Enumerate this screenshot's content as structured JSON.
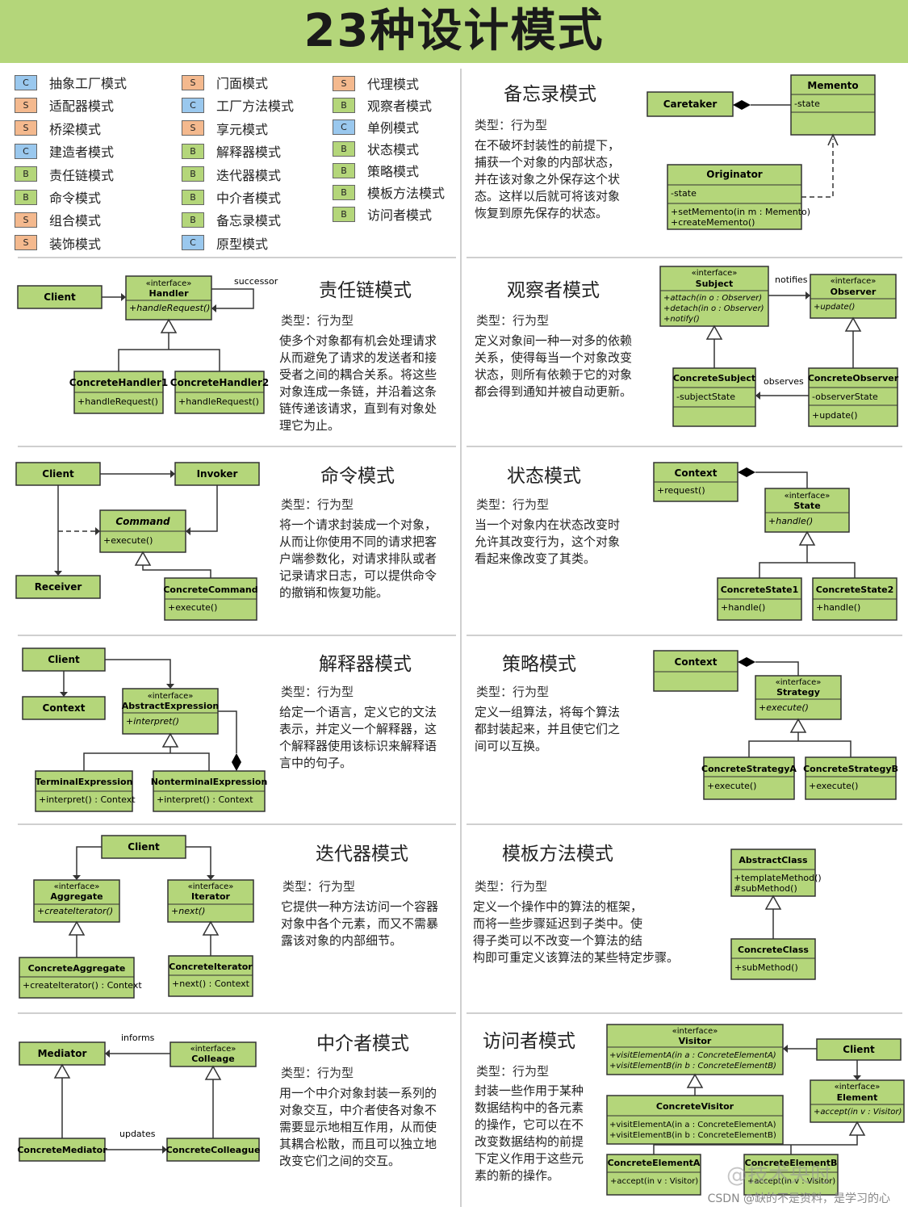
{
  "title": "23种设计模式",
  "legend": [
    {
      "badge": "C",
      "name": "抽象工厂模式"
    },
    {
      "badge": "S",
      "name": "适配器模式"
    },
    {
      "badge": "S",
      "name": "桥梁模式"
    },
    {
      "badge": "C",
      "name": "建造者模式"
    },
    {
      "badge": "B",
      "name": "责任链模式"
    },
    {
      "badge": "B",
      "name": "命令模式"
    },
    {
      "badge": "S",
      "name": "组合模式"
    },
    {
      "badge": "S",
      "name": "装饰模式"
    },
    {
      "badge": "S",
      "name": "门面模式"
    },
    {
      "badge": "C",
      "name": "工厂方法模式"
    },
    {
      "badge": "S",
      "name": "享元模式"
    },
    {
      "badge": "B",
      "name": "解释器模式"
    },
    {
      "badge": "B",
      "name": "迭代器模式"
    },
    {
      "badge": "B",
      "name": "中介者模式"
    },
    {
      "badge": "B",
      "name": "备忘录模式"
    },
    {
      "badge": "C",
      "name": "原型模式"
    },
    {
      "badge": "S",
      "name": "代理模式"
    },
    {
      "badge": "B",
      "name": "观察者模式"
    },
    {
      "badge": "C",
      "name": "单例模式"
    },
    {
      "badge": "B",
      "name": "状态模式"
    },
    {
      "badge": "B",
      "name": "策略模式"
    },
    {
      "badge": "B",
      "name": "模板方法模式"
    },
    {
      "badge": "B",
      "name": "访问者模式"
    }
  ],
  "colors": {
    "creational": "#9ac8ee",
    "structural": "#f4b98e",
    "behavioral": "#b4d67a"
  },
  "patterns": {
    "memento": {
      "title": "备忘录模式",
      "type": "类型：行为型",
      "desc": "在不破坏封装性的前提下，\n捕获一个对象的内部状态，\n并在该对象之外保存这个状\n态。这样以后就可将该对象\n恢复到原先保存的状态。"
    },
    "chain": {
      "title": "责任链模式",
      "type": "类型：行为型",
      "desc": "使多个对象都有机会处理请求\n从而避免了请求的发送者和接\n受者之间的耦合关系。将这些\n对象连成一条链，并沿着这条\n链传递该请求，直到有对象处\n理它为止。"
    },
    "observer": {
      "title": "观察者模式",
      "type": "类型：行为型",
      "desc": "定义对象间一种一对多的依赖\n关系，使得每当一个对象改变\n状态，则所有依赖于它的对象\n都会得到通知并被自动更新。"
    },
    "command": {
      "title": "命令模式",
      "type": "类型：行为型",
      "desc": "将一个请求封装成一个对象，\n从而让你使用不同的请求把客\n户端参数化，对请求排队或者\n记录请求日志，可以提供命令\n的撤销和恢复功能。"
    },
    "state": {
      "title": "状态模式",
      "type": "类型：行为型",
      "desc": "当一个对象内在状态改变时\n允许其改变行为，这个对象\n看起来像改变了其类。"
    },
    "interpreter": {
      "title": "解释器模式",
      "type": "类型：行为型",
      "desc": "给定一个语言，定义它的文法\n表示，并定义一个解释器，这\n个解释器使用该标识来解释语\n言中的句子。"
    },
    "strategy": {
      "title": "策略模式",
      "type": "类型：行为型",
      "desc": "定义一组算法，将每个算法\n都封装起来，并且使它们之\n间可以互换。"
    },
    "iterator": {
      "title": "迭代器模式",
      "type": "类型：行为型",
      "desc": "它提供一种方法访问一个容器\n对象中各个元素，而又不需暴\n露该对象的内部细节。"
    },
    "template": {
      "title": "模板方法模式",
      "type": "类型：行为型",
      "desc": "定义一个操作中的算法的框架，\n而将一些步骤延迟到子类中。使\n得子类可以不改变一个算法的结\n构即可重定义该算法的某些特定步骤。"
    },
    "mediator": {
      "title": "中介者模式",
      "type": "类型：行为型",
      "desc": "用一个中介对象封装一系列的\n对象交互，中介者使各对象不\n需要显示地相互作用，从而使\n其耦合松散，而且可以独立地\n改变它们之间的交互。"
    },
    "visitor": {
      "title": "访问者模式",
      "type": "类型：行为型",
      "desc": "封装一些作用于某种\n数据结构中的各元素\n的操作，它可以在不\n改变数据结构的前提\n下定义作用于这些元\n素的新的操作。"
    }
  },
  "uml": {
    "memento": {
      "caretaker": "Caretaker",
      "memento": "Memento",
      "memento_attr": "-state",
      "originator": "Originator",
      "originator_attr": "-state",
      "originator_op1": "+setMemento(in m : Memento)",
      "originator_op2": "+createMemento()"
    },
    "chain": {
      "client": "Client",
      "stereo": "«interface»",
      "handler": "Handler",
      "handler_op": "+handleRequest()",
      "successor": "successor",
      "ch1": "ConcreteHandler1",
      "ch1_op": "+handleRequest()",
      "ch2": "ConcreteHandler2",
      "ch2_op": "+handleRequest()"
    },
    "observer": {
      "stereo": "«interface»",
      "subject": "Subject",
      "subject_op1": "+attach(in o : Observer)",
      "subject_op2": "+detach(in o : Observer)",
      "subject_op3": "+notify()",
      "notifies": "notifies",
      "observer": "Observer",
      "observer_op": "+update()",
      "csubject": "ConcreteSubject",
      "csubject_attr": "-subjectState",
      "observes": "observes",
      "cobserver": "ConcreteObserver",
      "cobserver_attr": "-observerState",
      "cobserver_op": "+update()"
    },
    "command": {
      "client": "Client",
      "invoker": "Invoker",
      "command": "Command",
      "command_op": "+execute()",
      "receiver": "Receiver",
      "ccommand": "ConcreteCommand",
      "ccommand_op": "+execute()"
    },
    "state": {
      "context": "Context",
      "context_op": "+request()",
      "stereo": "«interface»",
      "state": "State",
      "state_op": "+handle()",
      "cs1": "ConcreteState1",
      "cs1_op": "+handle()",
      "cs2": "ConcreteState2",
      "cs2_op": "+handle()"
    },
    "interpreter": {
      "client": "Client",
      "context": "Context",
      "stereo": "«interface»",
      "abstract": "AbstractExpression",
      "abstract_op": "+interpret()",
      "terminal": "TerminalExpression",
      "terminal_op": "+interpret() : Context",
      "nonterminal": "NonterminalExpression",
      "nonterminal_op": "+interpret() : Context"
    },
    "strategy": {
      "context": "Context",
      "stereo": "«interface»",
      "strategy": "Strategy",
      "strategy_op": "+execute()",
      "csa": "ConcreteStrategyA",
      "csa_op": "+execute()",
      "csb": "ConcreteStrategyB",
      "csb_op": "+execute()"
    },
    "iterator": {
      "client": "Client",
      "stereo": "«interface»",
      "aggregate": "Aggregate",
      "aggregate_op": "+createIterator()",
      "iterator": "Iterator",
      "iterator_op": "+next()",
      "cagg": "ConcreteAggregate",
      "cagg_op": "+createIterator() : Context",
      "citer": "ConcreteIterator",
      "citer_op": "+next() : Context"
    },
    "template": {
      "abstract": "AbstractClass",
      "abstract_op1": "+templateMethod()",
      "abstract_op2": "#subMethod()",
      "concrete": "ConcreteClass",
      "concrete_op": "+subMethod()"
    },
    "mediator": {
      "mediator": "Mediator",
      "informs": "informs",
      "stereo": "«interface»",
      "colleague": "Colleage",
      "updates": "updates",
      "cmediator": "ConcreteMediator",
      "ccolleague": "ConcreteColleague"
    },
    "visitor": {
      "stereo": "«interface»",
      "visitor": "Visitor",
      "visitor_op1": "+visitElementA(in a : ConcreteElementA)",
      "visitor_op2": "+visitElementB(in b : ConcreteElementB)",
      "client": "Client",
      "cvisitor": "ConcreteVisitor",
      "cvisitor_op1": "+visitElementA(in a : ConcreteElementA)",
      "cvisitor_op2": "+visitElementB(in b : ConcreteElementB)",
      "element": "Element",
      "element_op": "+accept(in v : Visitor)",
      "cea": "ConcreteElementA",
      "cea_op": "+accept(in v : Visitor)",
      "ceb": "ConcreteElementB",
      "ceb_op": "+accept(in v : Visitor)"
    }
  },
  "watermark": "CSDN @缺的不是资料，是学习的心",
  "watermark2": "@技术央时"
}
